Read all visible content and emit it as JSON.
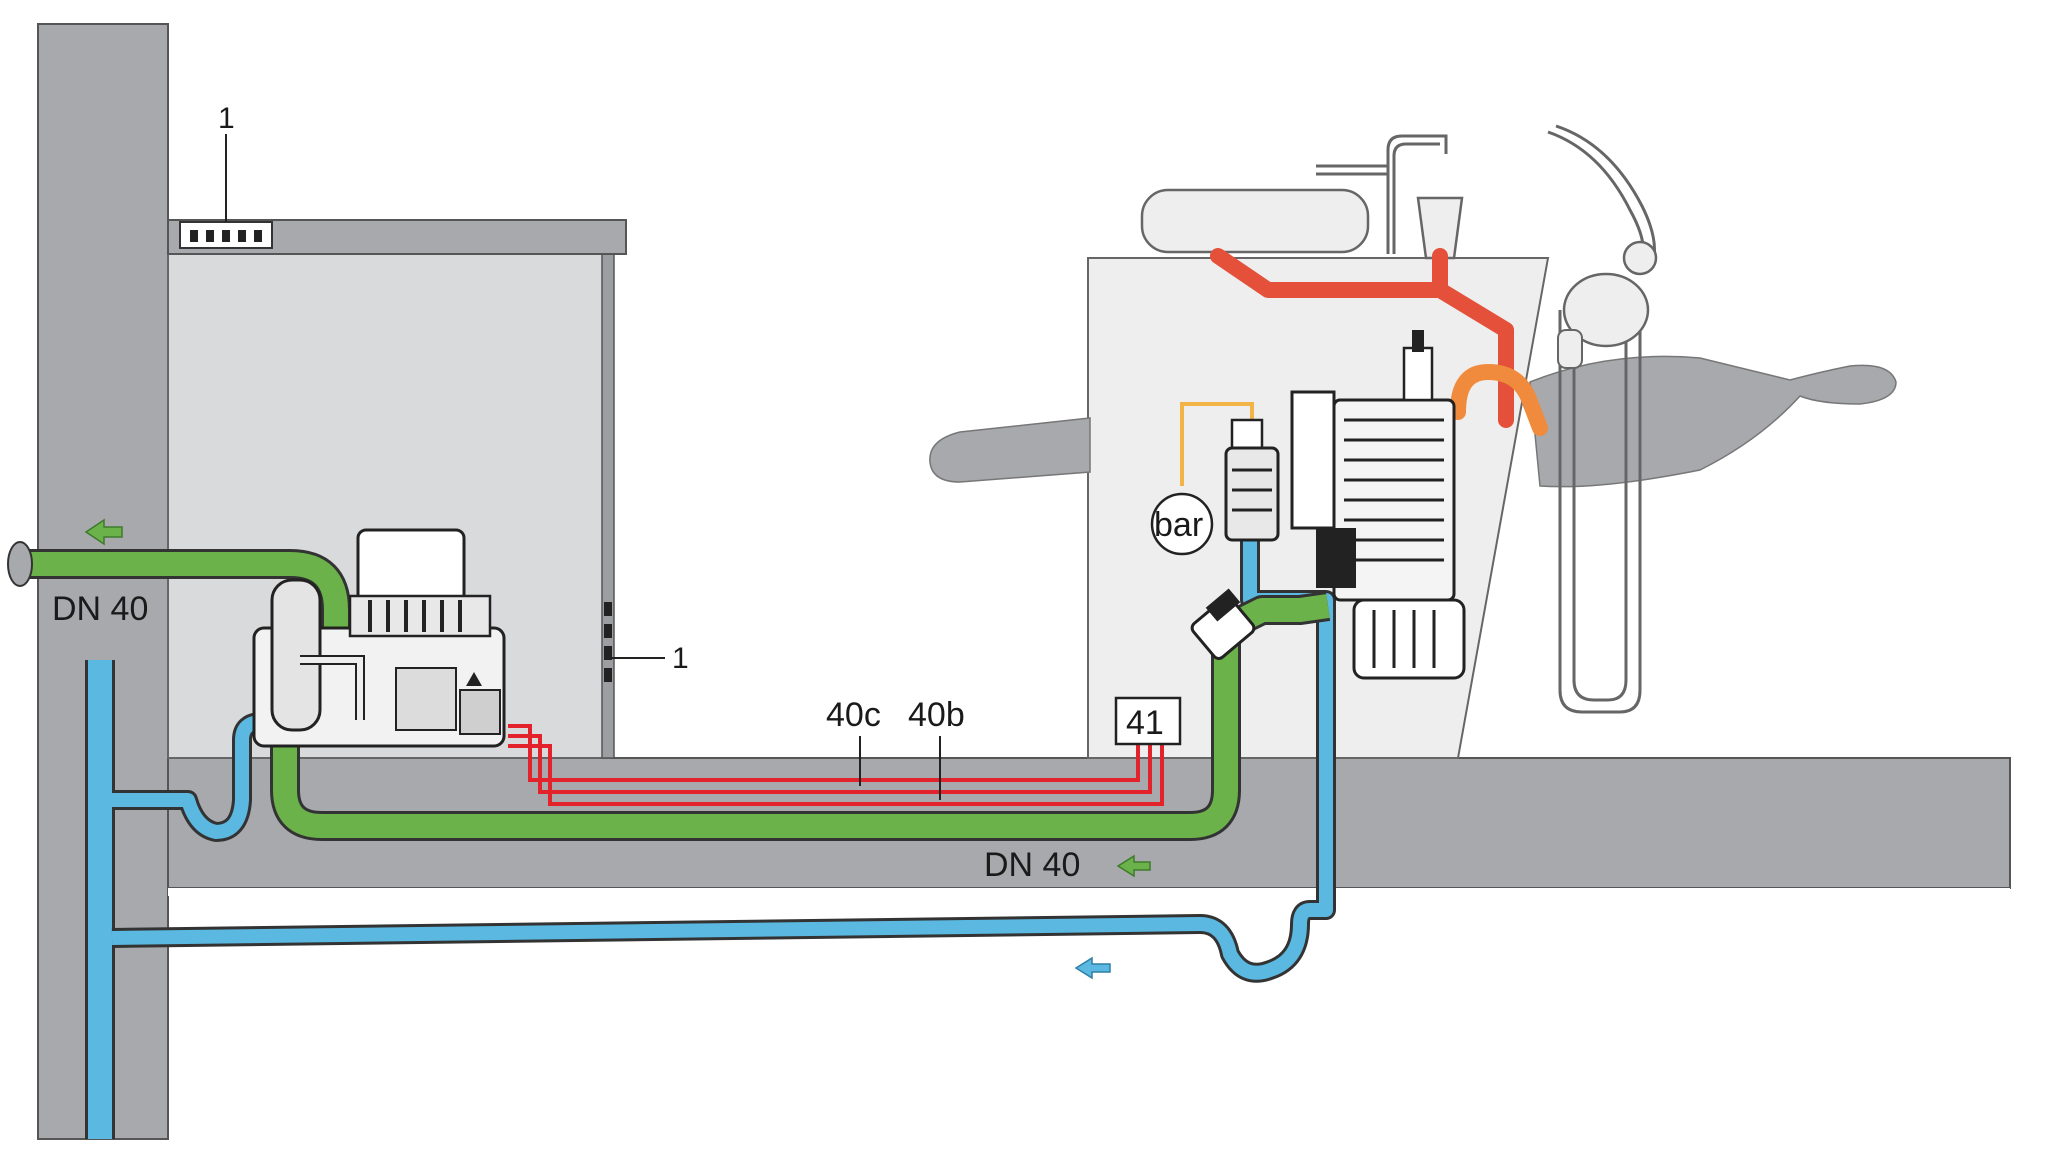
{
  "labels": {
    "marker_1_top": "1",
    "marker_1_side": "1",
    "pipe_outlet_wall": "DN 40",
    "pipe_outlet_floor": "DN 40",
    "cable_40c": "40c",
    "cable_40b": "40b",
    "box_41": "41",
    "pressure_gauge": "bar"
  },
  "colors": {
    "structure": "#a7a9ac",
    "cabinet": "#d9dadc",
    "suction_line": "#6bb24a",
    "drain_line": "#5bb8e0",
    "control_cable": "#e3232b",
    "spittoon_line": "#e4503a",
    "air_line": "#f08a3c",
    "pressure_line": "#f2b446",
    "equipment": "#222222"
  },
  "icons": {
    "flow_arrow": "left-arrow-icon"
  }
}
